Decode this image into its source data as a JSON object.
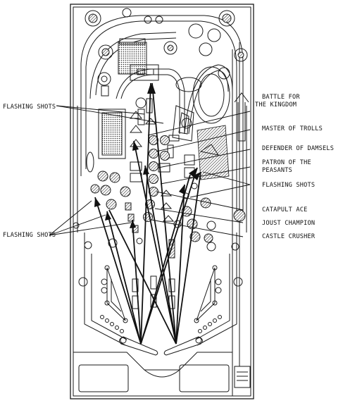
{
  "labels": {
    "flashing_shots_top": "FLASHING SHOTS",
    "battle_kingdom_1": "BATTLE FOR",
    "battle_kingdom_2": "THE KINGDOM",
    "master_of_trolls": "MASTER OF TROLLS",
    "defender_of_damsels": "DEFENDER OF DAMSELS",
    "patron_1": "PATRON OF THE",
    "patron_2": "PEASANTS",
    "flashing_shots_right": "FLASHING SHOTS",
    "catapult_ace": "CATAPULT ACE",
    "joust_champion": "JOUST CHAMPION",
    "castle_crusher": "CASTLE CRUSHER",
    "flashing_shots_left": "FLASHING SHOTS"
  },
  "colors": {
    "ink": "#1a1a1a",
    "paper": "#ffffff",
    "hatch": "#333333"
  }
}
